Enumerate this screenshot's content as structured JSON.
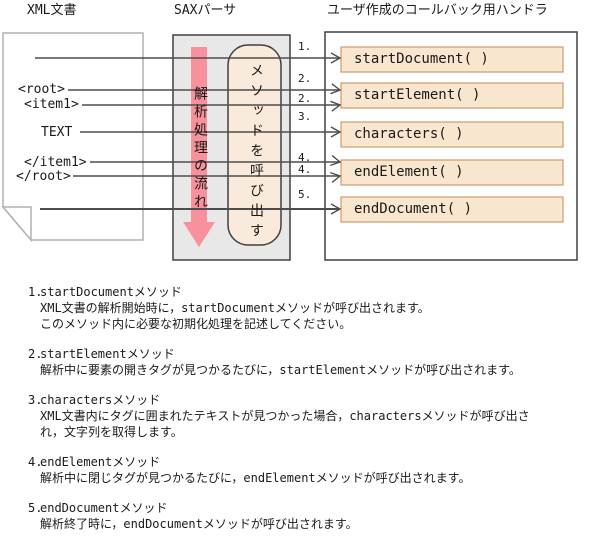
{
  "diagram": {
    "doc_title": "XML文書",
    "parser_title": "SAXパーサ",
    "handler_title": "ユーザ作成のコールバック用ハンドラ",
    "xml_lines": [
      "<root>",
      "<item1>",
      "TEXT",
      "</item1>",
      "</root>"
    ],
    "flow_label": "解析処理の流れ",
    "call_label": "メソッドを呼び出す",
    "methods": [
      "startDocument( )",
      "startElement( )",
      "characters( )",
      "endElement( )",
      "endDocument( )"
    ],
    "arrow_numbers": [
      "1.",
      "2.",
      "2.",
      "3.",
      "4.",
      "4.",
      "5."
    ],
    "colors": {
      "flow_arrow": "#f8919b",
      "parser_box_fill": "#e8e8e8",
      "call_box_fill": "#faeadb",
      "method_box_fill": "#f9e6cf",
      "method_box_border": "#cc9d6d",
      "connector_line": "#4d4d4d",
      "doc_border": "#b0b0b0"
    }
  },
  "notes": [
    {
      "num": "1.",
      "title": "startDocumentメソッド",
      "desc": [
        "XML文書の解析開始時に，startDocumentメソッドが呼び出されます。",
        "このメソッド内に必要な初期化処理を記述してください。"
      ]
    },
    {
      "num": "2.",
      "title": "startElementメソッド",
      "desc": [
        "解析中に要素の開きタグが見つかるたびに，startElementメソッドが呼び出されます。"
      ]
    },
    {
      "num": "3.",
      "title": "charactersメソッド",
      "desc": [
        "XML文書内にタグに囲まれたテキストが見つかった場合，charactersメソッドが呼び出さ",
        "れ，文字列を取得します。"
      ]
    },
    {
      "num": "4.",
      "title": "endElementメソッド",
      "desc": [
        "解析中に閉じタグが見つかるたびに，endElementメソッドが呼び出されます。"
      ]
    },
    {
      "num": "5.",
      "title": "endDocumentメソッド",
      "desc": [
        "解析終了時に，endDocumentメソッドが呼び出されます。"
      ]
    }
  ]
}
